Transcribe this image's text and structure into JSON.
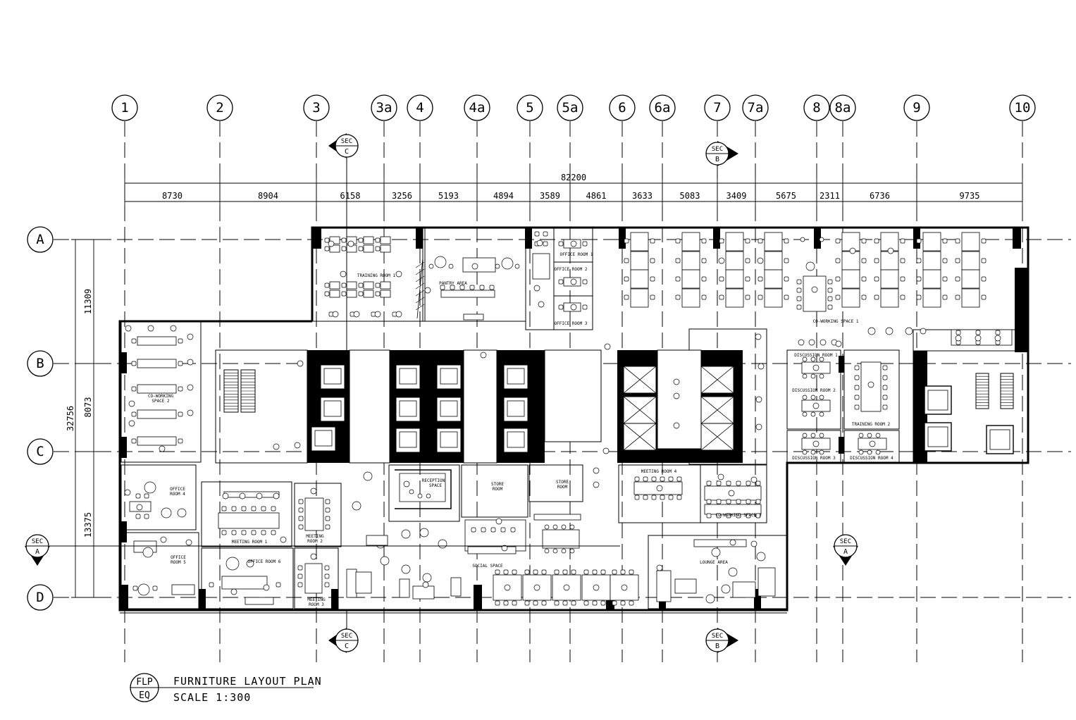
{
  "gridlines_vertical": [
    "1",
    "2",
    "3",
    "3a",
    "4",
    "4a",
    "5",
    "5a",
    "6",
    "6a",
    "7",
    "7a",
    "8",
    "8a",
    "9",
    "10"
  ],
  "gridlines_horizontal": [
    "A",
    "B",
    "C",
    "D"
  ],
  "overall_dimension": "82200",
  "bay_dimensions": [
    "8730",
    "8904",
    "6158",
    "3256",
    "5193",
    "4894",
    "3589",
    "4861",
    "3633",
    "5083",
    "3409",
    "5675",
    "2311",
    "6736",
    "9735"
  ],
  "vertical_total": "32756",
  "vertical_dimensions": [
    "11309",
    "8073",
    "13375"
  ],
  "section_markers": [
    {
      "id": "sec-c-top",
      "top": "SEC",
      "bottom": "C"
    },
    {
      "id": "sec-b-top",
      "top": "SEC",
      "bottom": "B"
    },
    {
      "id": "sec-a-left",
      "top": "SEC",
      "bottom": "A"
    },
    {
      "id": "sec-a-right",
      "top": "SEC",
      "bottom": "A"
    },
    {
      "id": "sec-c-bottom",
      "top": "SEC",
      "bottom": "C"
    },
    {
      "id": "sec-b-bottom",
      "top": "SEC",
      "bottom": "B"
    }
  ],
  "rooms": {
    "training_room_1": "TRAINING ROOM 1",
    "pantry_area": "PANTRY AREA",
    "office_room_1": "OFFICE ROOM 1",
    "office_room_2": "OFFICE ROOM 2",
    "office_room_3": "OFFICE ROOM 3",
    "co_working_space_1": "CO-WORKING SPACE 1",
    "co_working_space_2_a": "CO-WORKING",
    "co_working_space_2_b": "SPACE 2",
    "discussion_room_1": "DISCUSSION ROOM 1",
    "discussion_room_2": "DISCUSSION ROOM 2",
    "discussion_room_3": "DISCUSSION ROOM 3",
    "discussion_room_4": "DISCUSSION ROOM 4",
    "training_room_2": "TRAINING ROOM 2",
    "office_room_4_a": "OFFICE",
    "office_room_4_b": "ROOM 4",
    "office_room_5_a": "OFFICE",
    "office_room_5_b": "ROOM 5",
    "office_room_6": "OFFICE ROOM 6",
    "meeting_room_1": "MEETING ROOM 1",
    "meeting_room_2_a": "MEETING",
    "meeting_room_2_b": "ROOM 2",
    "meeting_room_3_a": "MEETING",
    "meeting_room_3_b": "ROOM 3",
    "meeting_room_4": "MEETING ROOM 4",
    "reception_space_a": "RECEPTION",
    "reception_space_b": "SPACE",
    "store_room_a_1": "STORE",
    "store_room_a_2": "ROOM",
    "store_room_b_1": "STORE",
    "store_room_b_2": "ROOM",
    "social_space": "SOCIAL SPACE",
    "co_working_space_3": "CO-WORKING SPACE 3",
    "lounge_area": "LOUNGE AREA"
  },
  "title_block": {
    "code_top": "FLP",
    "code_bottom": "EQ",
    "title": "FURNITURE LAYOUT PLAN",
    "scale": "SCALE 1:300"
  }
}
